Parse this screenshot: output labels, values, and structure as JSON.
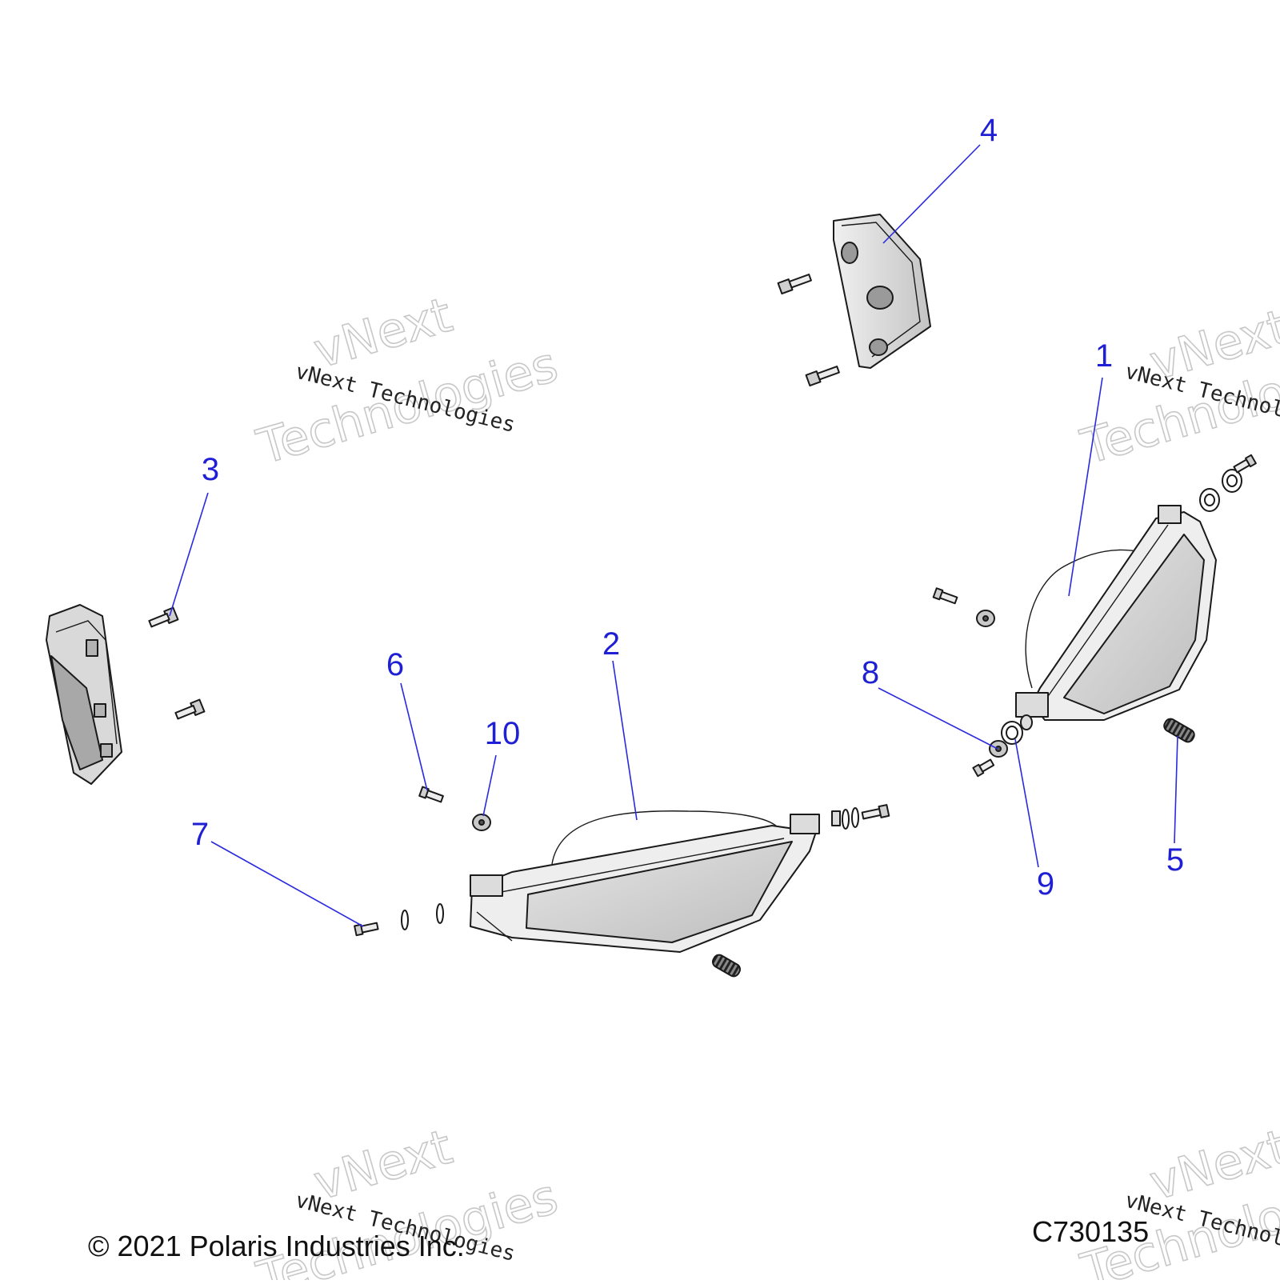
{
  "diagram": {
    "callouts": [
      "1",
      "2",
      "3",
      "4",
      "5",
      "6",
      "7",
      "8",
      "9",
      "10"
    ],
    "copyright": "© 2021 Polaris Industries Inc.",
    "figure_id": "C730135"
  },
  "watermark": {
    "line_small": "vNext Technologies",
    "line_big_1": "vNext",
    "line_big_2": "Technologies"
  },
  "colors": {
    "callout": "#1f1fd6",
    "leader": "#2a2ae0",
    "lens_fill": "#d4d4d4"
  }
}
